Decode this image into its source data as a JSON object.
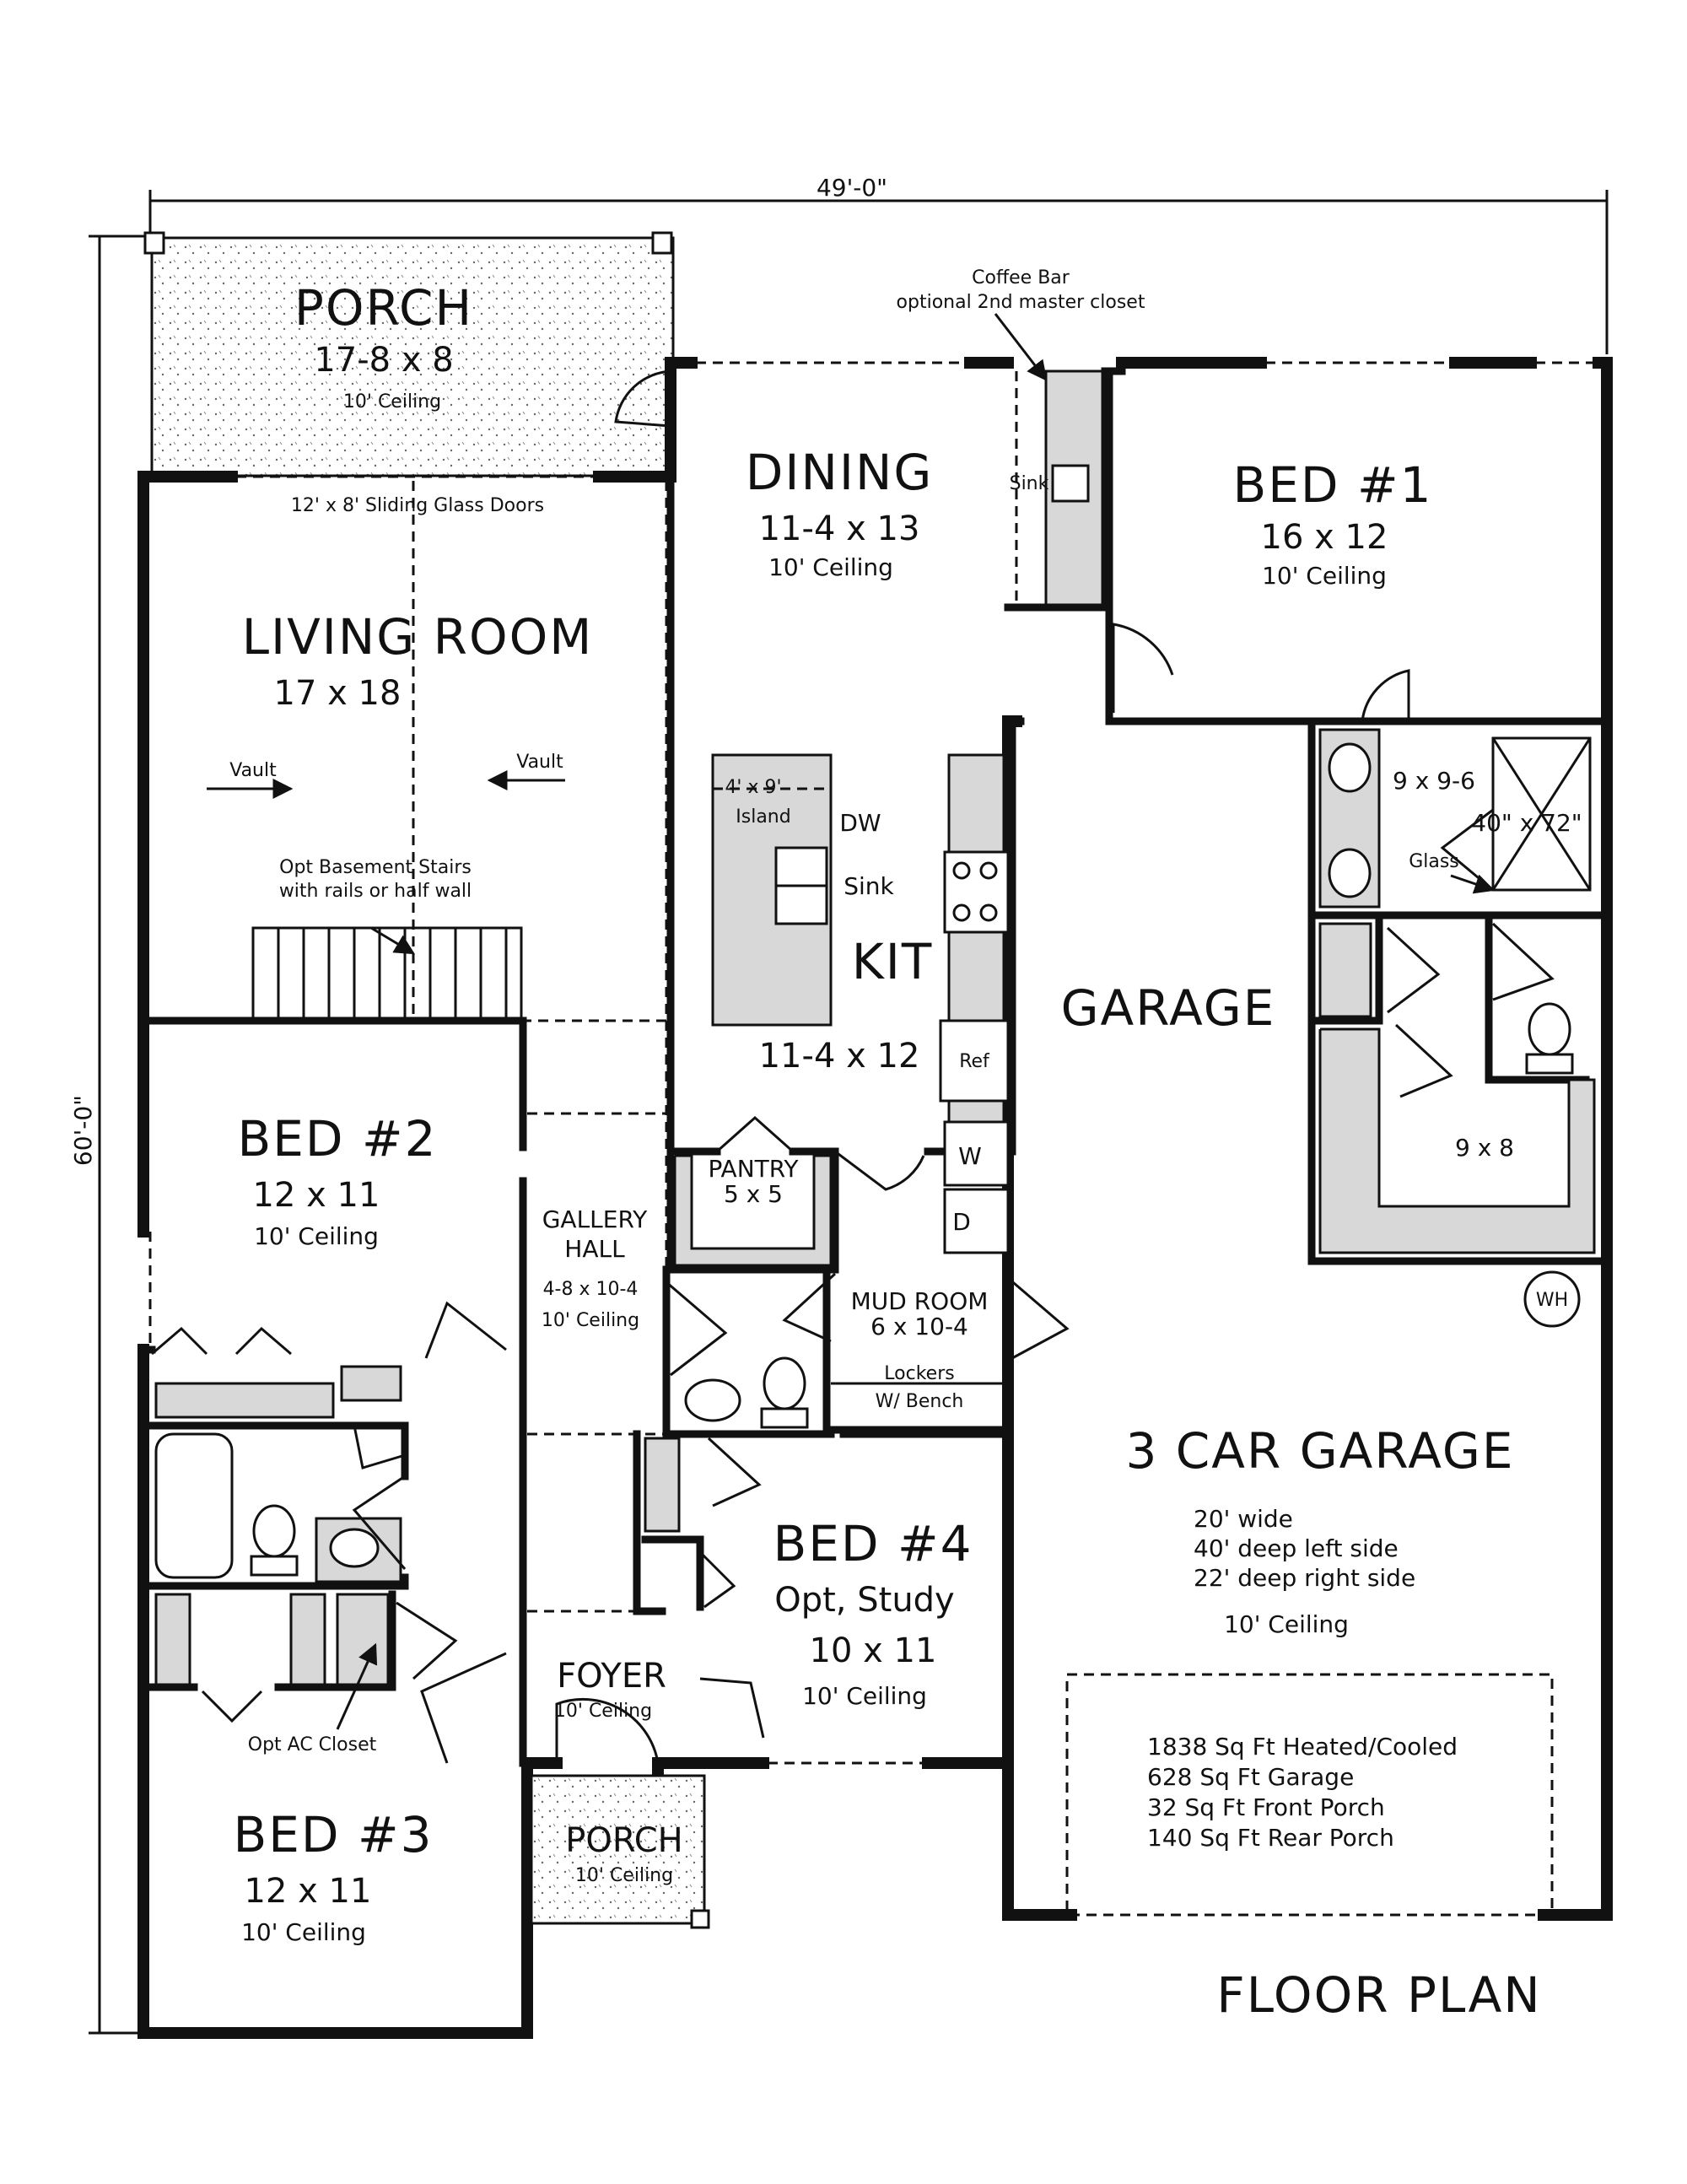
{
  "overall": {
    "width_label": "49'-0\"",
    "depth_label": "60'-0\""
  },
  "title": "FLOOR PLAN",
  "rooms": {
    "rear_porch": {
      "name": "PORCH",
      "size": "17-8 x 8",
      "ceiling": "10' Ceiling"
    },
    "dining": {
      "name": "DINING",
      "size": "11-4 x 13",
      "ceiling": "10' Ceiling"
    },
    "bed1": {
      "name": "BED #1",
      "size": "16 x 12",
      "ceiling": "10' Ceiling"
    },
    "living": {
      "name": "LIVING ROOM",
      "size": "17 x 18"
    },
    "kitchen": {
      "name": "KIT",
      "size": "11-4 x 12"
    },
    "garage_label": {
      "name": "GARAGE"
    },
    "bed2": {
      "name": "BED #2",
      "size": "12 x 11",
      "ceiling": "10' Ceiling"
    },
    "gallery": {
      "name": "GALLERY",
      "name2": "HALL",
      "size": "4-8 x 10-4",
      "ceiling": "10' Ceiling"
    },
    "pantry": {
      "name": "PANTRY",
      "size": "5 x 5"
    },
    "mud": {
      "name": "MUD ROOM",
      "size": "6 x 10-4"
    },
    "bed4": {
      "name": "BED #4",
      "sub": "Opt, Study",
      "size": "10 x 11",
      "ceiling": "10' Ceiling"
    },
    "foyer": {
      "name": "FOYER",
      "ceiling": "10' Ceiling"
    },
    "front_porch": {
      "name": "PORCH",
      "ceiling": "10' Ceiling"
    },
    "bed3": {
      "name": "BED #3",
      "size": "12 x 11",
      "ceiling": "10' Ceiling"
    },
    "master_bath": {
      "size": "9 x 9-6"
    },
    "master_closet": {
      "size": "9 x 8"
    },
    "garage3": {
      "name": "3 CAR GARAGE",
      "notes": [
        "20' wide",
        "40' deep left side",
        "22' deep right side"
      ],
      "ceiling": "10' Ceiling"
    }
  },
  "annotations": {
    "coffee_bar": "Coffee Bar",
    "coffee_bar_note": "optional 2nd master closet",
    "sink_bar": "Sink",
    "sliding_doors": "12' x 8' Sliding Glass Doors",
    "vault_left": "Vault",
    "vault_right": "Vault",
    "stairs_line1": "Opt Basement Stairs",
    "stairs_line2": "with rails or half wall",
    "island_line1": "4' x 9'",
    "island_line2": "Island",
    "dw": "DW",
    "sink_kit": "Sink",
    "ref": "Ref",
    "washer": "W",
    "dryer": "D",
    "shower": "40\" x 72\"",
    "glass": "Glass",
    "water_heater": "WH",
    "lockers_line1": "Lockers",
    "lockers_line2": "W/ Bench",
    "ac_closet": "Opt AC Closet"
  },
  "areas": [
    "1838 Sq Ft Heated/Cooled",
    "628 Sq Ft Garage",
    "32 Sq Ft Front Porch",
    "140 Sq Ft Rear Porch"
  ]
}
